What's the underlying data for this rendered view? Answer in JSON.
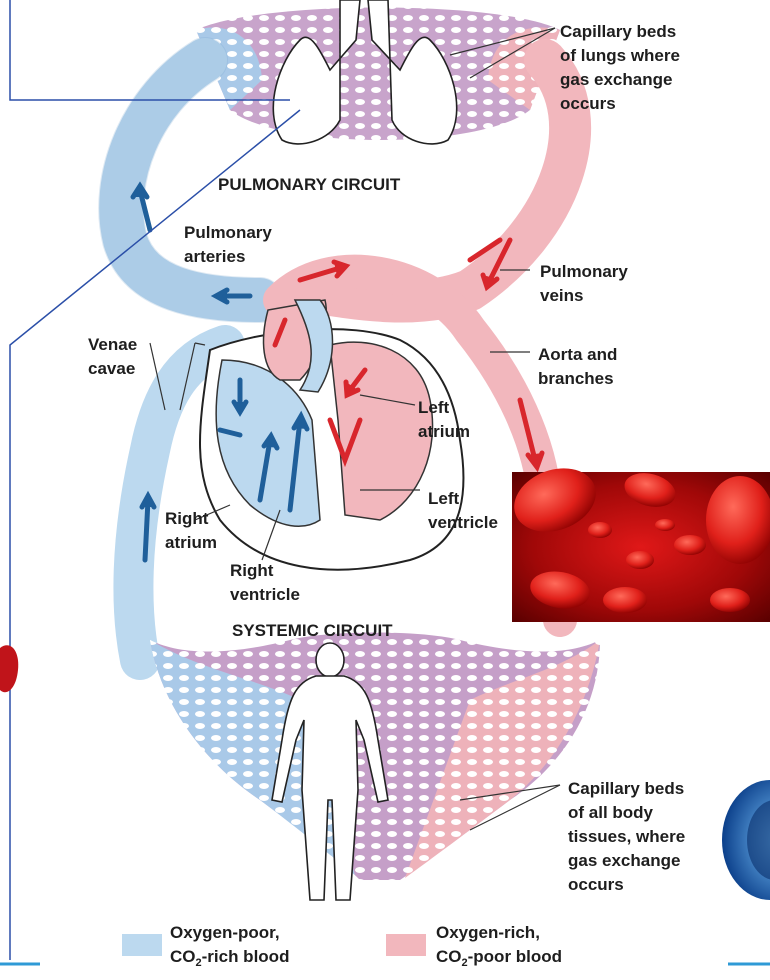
{
  "colors": {
    "oxygen_poor": "#bcd9ef",
    "oxygen_rich": "#f2b7bd",
    "capillary_mix": "#c9a6cc",
    "arrow_blue": "#1f5f9a",
    "arrow_red": "#d8262c",
    "accent_line": "#2b4fa8",
    "bar_blue": "#2e9ad6"
  },
  "labels": {
    "pulmonary_circuit": "PULMONARY CIRCUIT",
    "systemic_circuit": "SYSTEMIC CIRCUIT",
    "capillary_lungs_1": "Capillary beds",
    "capillary_lungs_2": "of lungs where",
    "capillary_lungs_3": "gas exchange",
    "capillary_lungs_4": "occurs",
    "pulmonary_arteries_1": "Pulmonary",
    "pulmonary_arteries_2": "arteries",
    "pulmonary_veins_1": "Pulmonary",
    "pulmonary_veins_2": "veins",
    "venae_cavae_1": "Venae",
    "venae_cavae_2": "cavae",
    "aorta_1": "Aorta and",
    "aorta_2": "branches",
    "left_atrium_1": "Left",
    "left_atrium_2": "atrium",
    "left_ventricle_1": "Left",
    "left_ventricle_2": "ventricle",
    "right_atrium_1": "Right",
    "right_atrium_2": "atrium",
    "right_ventricle_1": "Right",
    "right_ventricle_2": "ventricle",
    "capillary_body_1": "Capillary beds",
    "capillary_body_2": "of all body",
    "capillary_body_3": "tissues, where",
    "capillary_body_4": "gas exchange",
    "capillary_body_5": "occurs"
  },
  "legend": {
    "poor_line1": "Oxygen-poor,",
    "poor_co2_pre": "CO",
    "poor_co2_sub": "2",
    "poor_co2_post": "-rich blood",
    "rich_line1": "Oxygen-rich,",
    "rich_co2_pre": "CO",
    "rich_co2_sub": "2",
    "rich_co2_post": "-poor blood"
  },
  "icons": {
    "lungs": "lungs-icon",
    "heart": "heart-icon",
    "human": "human-silhouette-icon",
    "blood_cells": "red-blood-cells-photo",
    "cell_fragment": "blue-cell-fragment"
  }
}
